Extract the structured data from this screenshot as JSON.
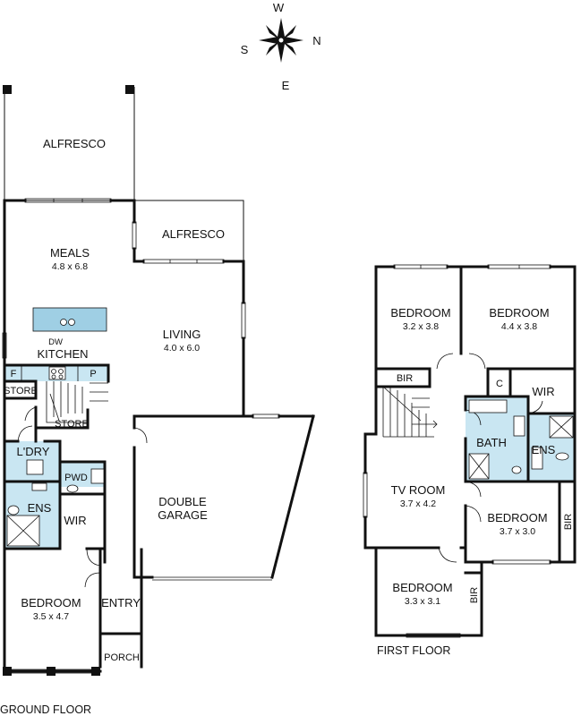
{
  "compass": {
    "north": "N",
    "south": "S",
    "east": "E",
    "west": "W"
  },
  "colors": {
    "wall": "#111111",
    "wet_area": "#c9e6f2",
    "fixture": "#9fcfe4"
  },
  "ground_floor": {
    "title": "GROUND FLOOR",
    "rooms": [
      {
        "id": "alfresco_main",
        "name": "ALFRESCO",
        "dims": ""
      },
      {
        "id": "alfresco_side",
        "name": "ALFRESCO",
        "dims": ""
      },
      {
        "id": "meals",
        "name": "MEALS",
        "dims": "4.8 x 6.8"
      },
      {
        "id": "living",
        "name": "LIVING",
        "dims": "4.0 x 6.0"
      },
      {
        "id": "kitchen",
        "name": "KITCHEN",
        "dims": ""
      },
      {
        "id": "garage",
        "name": "DOUBLE",
        "name2": "GARAGE",
        "dims": ""
      },
      {
        "id": "store1",
        "name": "STORE",
        "dims": ""
      },
      {
        "id": "store2",
        "name": "STORE",
        "dims": ""
      },
      {
        "id": "laundry",
        "name": "L'DRY",
        "dims": ""
      },
      {
        "id": "pwd",
        "name": "PWD",
        "dims": ""
      },
      {
        "id": "ens",
        "name": "ENS",
        "dims": ""
      },
      {
        "id": "wir",
        "name": "WIR",
        "dims": ""
      },
      {
        "id": "bedroom",
        "name": "BEDROOM",
        "dims": "3.5 x 4.7"
      },
      {
        "id": "entry",
        "name": "ENTRY",
        "dims": ""
      },
      {
        "id": "porch",
        "name": "PORCH",
        "dims": ""
      }
    ],
    "fixtures": {
      "dw": "DW",
      "fridge": "F",
      "pantry": "P"
    }
  },
  "first_floor": {
    "title": "FIRST FLOOR",
    "rooms": [
      {
        "id": "bed_a",
        "name": "BEDROOM",
        "dims": "3.2 x 3.8"
      },
      {
        "id": "bed_b",
        "name": "BEDROOM",
        "dims": "4.4 x 3.8"
      },
      {
        "id": "bir_a",
        "name": "BIR",
        "dims": ""
      },
      {
        "id": "c",
        "name": "C",
        "dims": ""
      },
      {
        "id": "wir",
        "name": "WIR",
        "dims": ""
      },
      {
        "id": "bath",
        "name": "BATH",
        "dims": ""
      },
      {
        "id": "ens",
        "name": "ENS",
        "dims": ""
      },
      {
        "id": "tv",
        "name": "TV ROOM",
        "dims": "3.7 x 4.2"
      },
      {
        "id": "bed_c",
        "name": "BEDROOM",
        "dims": "3.7 x 3.0"
      },
      {
        "id": "bir_b",
        "name": "BIR",
        "dims": ""
      },
      {
        "id": "bed_d",
        "name": "BEDROOM",
        "dims": "3.3 x 3.1"
      },
      {
        "id": "bir_c",
        "name": "BIR",
        "dims": ""
      }
    ]
  }
}
